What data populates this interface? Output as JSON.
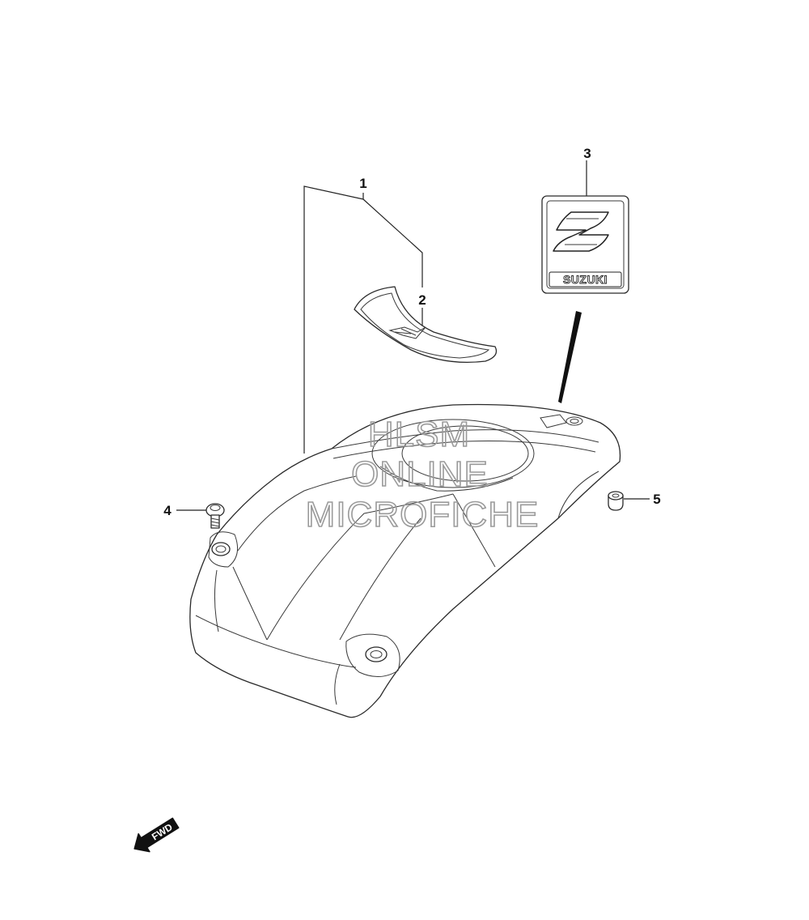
{
  "callouts": [
    {
      "number": "1",
      "part": "tank-cover"
    },
    {
      "number": "2",
      "part": "tank-pad"
    },
    {
      "number": "3",
      "part": "suzuki-emblem"
    },
    {
      "number": "4",
      "part": "screw"
    },
    {
      "number": "5",
      "part": "nut"
    }
  ],
  "emblem": {
    "wordmark": "SUZUKI"
  },
  "watermark": {
    "line1": "HLSM",
    "line2": "ONLINE",
    "line3": "MICROFICHE"
  },
  "direction": {
    "label": "FWD"
  },
  "icons": {
    "direction": "forward-arrow-icon",
    "brand": "suzuki-s-logo-icon"
  },
  "colors": {
    "line": "#222222",
    "watermark": "#9a9a9a",
    "background": "#ffffff"
  }
}
